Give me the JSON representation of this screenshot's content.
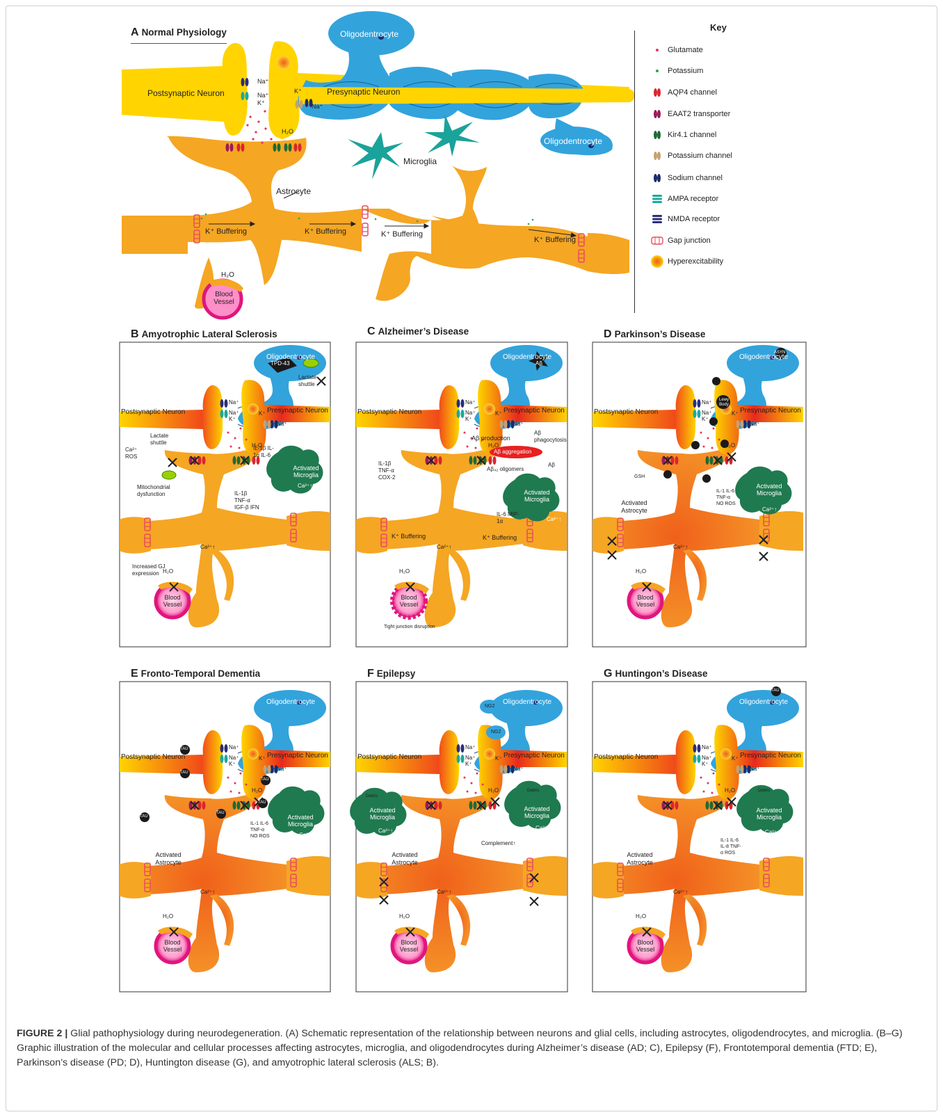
{
  "panels": {
    "a": {
      "letter": "A",
      "title": "Normal Physiology"
    },
    "b": {
      "letter": "B",
      "title": "Amyotrophic Lateral Sclerosis"
    },
    "c": {
      "letter": "C",
      "title": "Alzheimer’s Disease"
    },
    "d": {
      "letter": "D",
      "title": "Parkinson’s Disease"
    },
    "e": {
      "letter": "E",
      "title": "Fronto-Temporal Dementia"
    },
    "f": {
      "letter": "F",
      "title": "Epilepsy"
    },
    "g": {
      "letter": "G",
      "title": "Huntingon’s Disease"
    }
  },
  "key": {
    "title": "Key",
    "items": [
      {
        "label": "Glutamate",
        "color": "#e8335a",
        "shape": "dot"
      },
      {
        "label": "Potassium",
        "color": "#2ea34a",
        "shape": "dot"
      },
      {
        "label": "AQP4 channel",
        "color": "#d9252f",
        "shape": "pair"
      },
      {
        "label": "EAAT2 transporter",
        "color": "#9b1b5a",
        "shape": "pair"
      },
      {
        "label": "Kir4.1 channel",
        "color": "#1e6b35",
        "shape": "pair"
      },
      {
        "label": "Potassium channel",
        "color": "#c8a070",
        "shape": "pair"
      },
      {
        "label": "Sodium channel",
        "color": "#1f2a6b",
        "shape": "pair"
      },
      {
        "label": "AMPA receptor",
        "color": "#1ea89a",
        "shape": "stack"
      },
      {
        "label": "NMDA receptor",
        "color": "#2b2e7a",
        "shape": "stack"
      },
      {
        "label": "Gap junction",
        "color": "#e84a5f",
        "shape": "gap"
      },
      {
        "label": "Hyperexcitability",
        "color": "#f5a000",
        "shape": "glow"
      }
    ]
  },
  "labels": {
    "postsynaptic": "Postsynaptic Neuron",
    "presynaptic": "Presynaptic Neuron",
    "oligodendrocyte": "Oligodentrocyte",
    "microglia": "Microglia",
    "astrocyte": "Astrocyte",
    "activated_astrocyte": "Activated Astrocyte",
    "activated_microglia": "Activated Microglia",
    "k_buffering": "K⁺ Buffering",
    "blood_vessel": "Blood Vessel",
    "na": "Na⁺",
    "k": "K⁺",
    "h2o": "H₂O",
    "ca": "Ca²⁺↑"
  },
  "ann": {
    "b_tpd": "TPD-43",
    "b_lactate1": "Lactate shuttle",
    "b_lactate2": "Lactate shuttle",
    "b_ca_ros": "Ca²⁺ ROS",
    "b_mito": "Mitochondrial dysfunction",
    "b_cyto1": "IL-1β IL-1α IL-6",
    "b_cyto2": "IL-1β TNF-α IGF-β IFN",
    "b_gj": "Increased GJ expression",
    "c_abeta": "Aβ",
    "c_prod": "Aβ production",
    "c_agg": "Aβ aggregation",
    "c_phago": "Aβ phagocytosis",
    "c_olig": "Aβ₄₂ oligomers",
    "c_cyto": "IL-1β TNF-α COX-2",
    "c_il6": "IL-6 MIP-1α",
    "c_tight": "Tight junction disruption",
    "d_asyn": "ASYN",
    "d_lewy": "Lewy Body",
    "d_gsh": "GSH",
    "d_cyto": "IL-1 IL-6 TNF-α NO ROS",
    "e_tau": "TAU",
    "e_cyto": "IL-1 IL-6 TNF-α NO ROS",
    "f_ng2": "NG2",
    "f_debris": "Debris",
    "f_complement": "Complement↑",
    "g_cyto": "IL-1 IL-6 IL-8 TNF-α ROS"
  },
  "caption": {
    "number": "FIGURE 2 |",
    "text": "Glial pathophysiology during neurodegeneration. (A) Schematic representation of the relationship between neurons and glial cells, including astrocytes, oligodendrocytes, and microglia. (B–G) Graphic illustration of the molecular and cellular processes affecting astrocytes, microglia, and oligodendrocytes during Alzheimer’s disease (AD; C), Epilepsy (F), Frontotemporal dementia (FTD; E), Parkinson’s disease (PD; D), Huntington disease (G), and amyotrophic lateral sclerosis (ALS; B)."
  }
}
